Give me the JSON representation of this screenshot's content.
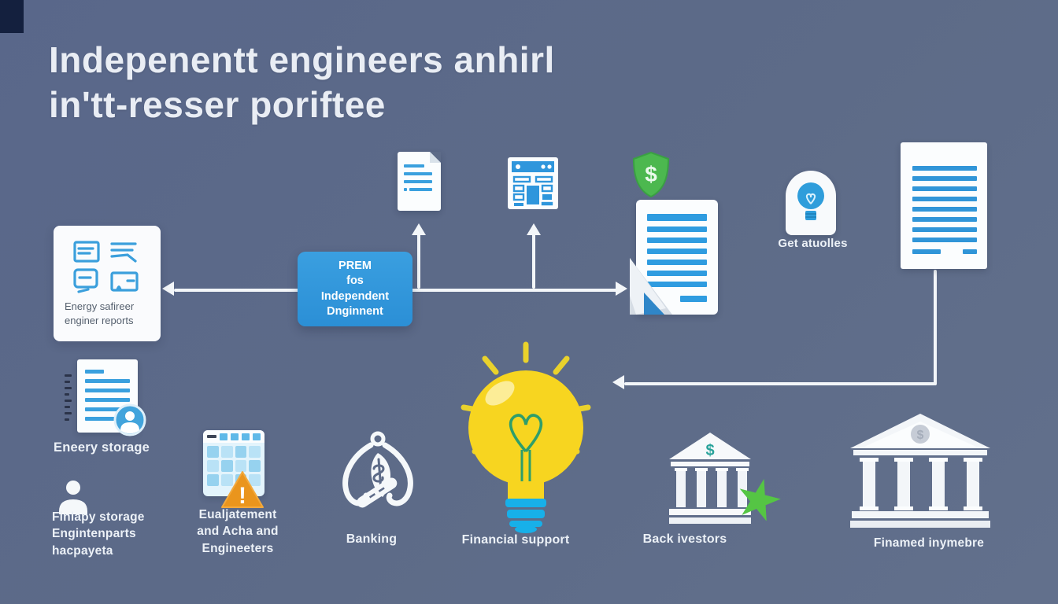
{
  "title": {
    "line1": "Indepenentt engineers anhirl",
    "line2": "in'tt-resser poriftee"
  },
  "reports_card": {
    "caption_line1": "Energy safireer",
    "caption_line2": "enginer reports"
  },
  "process_box": {
    "line1": "PREM",
    "line2": "fos",
    "line3": "Independent",
    "line4": "Dnginnent"
  },
  "labels": {
    "get_studies": "Get atuolles",
    "energy_storage": "Eneery storage",
    "storage_team_line1": "Finlapy storage",
    "storage_team_line2": "Engintenparts",
    "storage_team_line3": "hacpayeta",
    "equipment_line1": "Eualjatement",
    "equipment_line2": "and Acha and",
    "equipment_line3": "Engineeters",
    "banking": "Banking",
    "financial_support": "Financial support",
    "back_investors": "Back ivestors",
    "financed_member": "Finamed inymebre"
  },
  "glyphs": {
    "shield_dollar": "$",
    "bank_dollar": "$",
    "emblem_dollar": "$",
    "warning_mark": "!"
  },
  "colors": {
    "background": "#5d6b88",
    "accent_blue": "#2f96dc",
    "light_blue": "#3aa0de",
    "shield_green": "#4cb84f",
    "star_green": "#55c544",
    "bulb_yellow": "#f7d520",
    "base_blue": "#17b0e9",
    "warning_orange": "#ea951d",
    "card_white": "#f9fbfd",
    "line_white": "#f3f6f9",
    "dollar_teal": "#2aa39b"
  }
}
